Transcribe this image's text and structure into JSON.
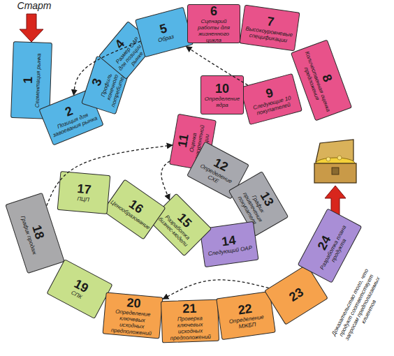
{
  "diagram": {
    "nodes": [
      {
        "text": [
          "1",
          "Сегментация рынка"
        ]
      },
      {
        "text": [
          "2",
          "Позиция для завоевания рынка"
        ]
      },
      {
        "text": [
          "3",
          "Профиль конечного потребителя"
        ]
      },
      {
        "text": [
          "4",
          "Размер ОАР для позиции на рынке"
        ]
      },
      {
        "text": [
          "5",
          "Образ"
        ]
      },
      {
        "text": [
          "6",
          "Сценарий работы для жизненного цикла"
        ]
      },
      {
        "text": [
          "7",
          "Высокоуровневые спецификации"
        ]
      },
      {
        "text": [
          "8",
          "Количественная оценка предложения"
        ]
      },
      {
        "text": [
          "9",
          "Следующие 10 покупателей"
        ]
      },
      {
        "text": [
          "10",
          "Определение ядра"
        ]
      },
      {
        "text": [
          "11",
          "Оценка конкурентной позиции"
        ]
      },
      {
        "text": [
          "12",
          "Определение СХЕ"
        ]
      },
      {
        "text": [
          "13",
          "График привлечения покупателя"
        ]
      },
      {
        "text": [
          "14",
          "Следующий ОАР"
        ]
      },
      {
        "text": [
          "15",
          "Разработка бизнес-модели"
        ]
      },
      {
        "text": [
          "16",
          "Ценообразование"
        ]
      },
      {
        "text": [
          "17",
          "ПЦП"
        ]
      },
      {
        "text": [
          "18",
          "График продаж"
        ]
      },
      {
        "text": [
          "19",
          "СПК"
        ]
      },
      {
        "text": [
          "20",
          "Определение ключевых исходных предположений"
        ]
      },
      {
        "text": [
          "21",
          "Проверка ключевых исходных предположений"
        ]
      },
      {
        "text": [
          "22",
          "Определение МЖБП"
        ]
      },
      {
        "text": [
          "23"
        ]
      },
      {
        "text": [
          "24",
          "Разработка плана продукта"
        ]
      }
    ],
    "edges": [
      {
        "from": 4,
        "to": 1,
        "arrow": "to"
      },
      {
        "from": 8,
        "to": 4,
        "arrow": "to"
      },
      {
        "from": 17,
        "to": 10,
        "arrow": "to"
      },
      {
        "from": 10,
        "to": 14,
        "arrow": "to"
      },
      {
        "from": 22,
        "to": 19,
        "arrow": "to"
      }
    ],
    "labels": [
      "Старт",
      "Доказательство того, что продукт соответствует запросам предполагаемых клиентов"
    ]
  }
}
